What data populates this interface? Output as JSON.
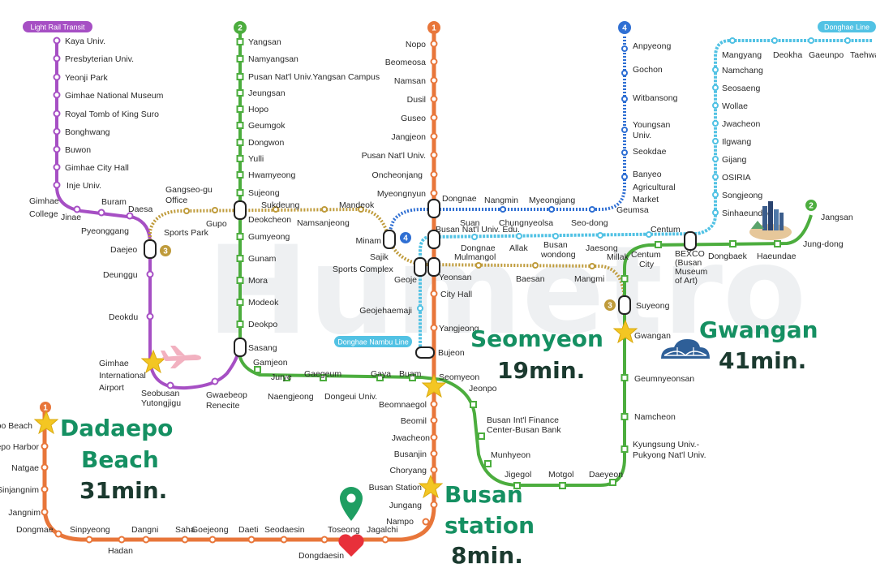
{
  "watermark": "Humetro",
  "colors": {
    "line1": "#e8763a",
    "line2": "#4cad3e",
    "line3": "#bf9b3b",
    "line4": "#2f6fd3",
    "lrt": "#a64fc4",
    "donghae": "#52c2e4",
    "highlight": "#159062",
    "star": "#f3c623"
  },
  "badges": {
    "lrt": "Light Rail Transit",
    "donghae": "Donghae Line",
    "donghae_nambu": "Donghae Nambu Line",
    "line1": "1",
    "line2": "2",
    "line3": "3",
    "line4": "4"
  },
  "destinations": {
    "dadaepo_l1": "Dadaepo",
    "dadaepo_l2": "Beach",
    "dadaepo_time": "31min.",
    "seomyeon": "Seomyeon",
    "seomyeon_time": "19min.",
    "gwangan": "Gwangan",
    "gwangan_time": "41min.",
    "busan_l1": "Busan",
    "busan_l2": "station",
    "busan_time": "8min."
  },
  "stations": {
    "l1_nopo": "Nopo",
    "l1_beomeosa": "Beomeosa",
    "l1_namsan": "Namsan",
    "l1_dusil": "Dusil",
    "l1_guseo": "Guseo",
    "l1_jangjeon": "Jangjeon",
    "l1_pnu": "Pusan Nat'l Univ.",
    "l1_oncheonjang": "Oncheonjang",
    "l1_myeongnyun": "Myeongnyun",
    "l1_dongnae": "Dongnae",
    "l1_edu": "Busan Nat'l Univ. Edu.",
    "l1_yeonsan": "Yeonsan",
    "l1_cityhall": "City Hall",
    "l1_yangjeong": "Yangjeong",
    "l1_bujeon": "Bujeon",
    "l1_seomyeon": "Seomyeon",
    "l1_beomnaegol": "Beomnaegol",
    "l1_beomil": "Beomil",
    "l1_jwacheon": "Jwacheon",
    "l1_busanjin": "Busanjin",
    "l1_choryang": "Choryang",
    "l1_busanstation": "Busan Station",
    "l1_jungang": "Jungang",
    "l1_nampo": "Nampo",
    "l1_jagalchi": "Jagalchi",
    "l1_toseong": "Toseong",
    "l1_dongdaesin": "Dongdaesin",
    "l1_seodaesin": "Seodaesin",
    "l1_daeti": "Daeti",
    "l1_goejeong": "Goejeong",
    "l1_saha": "Saha",
    "l1_dangni": "Dangni",
    "l1_hadan": "Hadan",
    "l1_sinpyeong": "Sinpyeong",
    "l1_dongmae": "Dongmae",
    "l1_jangnim": "Jangnim",
    "l1_sinjangnim": "Sinjangnim",
    "l1_natgae": "Natgae",
    "l1_harbor": "Dadaepo Harbor",
    "l1_beach": "Dadaepo Beach",
    "l2_yangsan": "Yangsan",
    "l2_namyangsan": "Namyangsan",
    "l2_pnuyangsan": "Pusan Nat'l Univ.Yangsan Campus",
    "l2_jeungsan": "Jeungsan",
    "l2_hopo": "Hopo",
    "l2_geumgok": "Geumgok",
    "l2_dongwon": "Dongwon",
    "l2_yulli": "Yulli",
    "l2_hwamyeong": "Hwamyeong",
    "l2_sujeong": "Sujeong",
    "l2_deokcheon": "Deokcheon",
    "l2_gumyeong": "Gumyeong",
    "l2_gunam": "Gunam",
    "l2_mora": "Mora",
    "l2_modeok": "Modeok",
    "l2_deokpo": "Deokpo",
    "l2_sasang": "Sasang",
    "l2_gamjeon": "Gamjeon",
    "l2_jurye": "Jurye",
    "l2_naengjeong": "Naengjeong",
    "l2_gaegeum": "Gaegeum",
    "l2_dongeui": "Dongeui Univ.",
    "l2_gaya": "Gaya",
    "l2_buam": "Buam",
    "l2_jeonpo": "Jeonpo",
    "l2_bifc": "Busan Int'l Finance",
    "l2_bifc2": "Center-Busan Bank",
    "l2_munhyeon": "Munhyeon",
    "l2_jigegol": "Jigegol",
    "l2_motgol": "Motgol",
    "l2_daeyeon": "Daeyeon",
    "l2_kyungsung": "Kyungsung Univ.-",
    "l2_kyungsung2": "Pukyong Nat'l Univ.",
    "l2_namcheon": "Namcheon",
    "l2_geumnyeonsan": "Geumnyeonsan",
    "l2_gwangan": "Gwangan",
    "l2_suyeong": "Suyeong",
    "l2_millak": "Millak",
    "l2_centumcity": "Centum",
    "l2_centumcity2": "City",
    "l2_bexco": "BEXCO",
    "l2_bexco2": "(Busan",
    "l2_bexco3": "Museum",
    "l2_bexco4": "of Art)",
    "l2_dongbaek": "Dongbaek",
    "l2_haeundae": "Haeundae",
    "l2_jungdong": "Jung-dong",
    "l2_jangsan": "Jangsan",
    "l3_gangseo": "Gangseo-gu",
    "l3_office": "Office",
    "l3_sportspark": "Sports Park",
    "l3_gupo": "Gupo",
    "l3_sukdeung": "Sukdeung",
    "l3_namsanjeong": "Namsanjeong",
    "l3_mandeok": "Mandeok",
    "l3_minam": "Minam",
    "l3_sajik": "Sajik",
    "l3_sportscomplex": "Sports Complex",
    "l3_geoje": "Geoje",
    "l3_mulmangol": "Mulmangol",
    "l3_baesan": "Baesan",
    "l3_mangmi": "Mangmi",
    "l3_daejeo": "Daejeo",
    "l4_anpyeong": "Anpyeong",
    "l4_gochon": "Gochon",
    "l4_witbansong": "Witbansong",
    "l4_youngsan": "Youngsan",
    "l4_youngsan2": "Univ.",
    "l4_seokdae": "Seokdae",
    "l4_banyeo": "Banyeo",
    "l4_banyeo2": "Agricultural",
    "l4_banyeo3": "Market",
    "l4_geumsa": "Geumsa",
    "l4_seodong": "Seo-dong",
    "l4_myeongjang": "Myeongjang",
    "l4_nangmin": "Nangmin",
    "l4_suan": "Suan",
    "l4_chungnyeolsa": "Chungnyeolsa",
    "dh_mangyang": "Mangyang",
    "dh_deokha": "Deokha",
    "dh_gaeunpo": "Gaeunpo",
    "dh_taehwagang": "Taehwagang",
    "dh_namchang": "Namchang",
    "dh_seosaeng": "Seosaeng",
    "dh_wollae": "Wollae",
    "dh_jwacheon": "Jwacheon",
    "dh_ilgwang": "Ilgwang",
    "dh_gijang": "Gijang",
    "dh_osiria": "OSIRIA",
    "dh_songjeong": "Songjeong",
    "dh_sinhaeundae": "Sinhaeundae",
    "dh_centum": "Centum",
    "dh_jaesong": "Jaesong",
    "dh_busanwondong": "Busan",
    "dh_busanwondong2": "wondong",
    "dh_allak": "Allak",
    "dh_dongnae": "Dongnae",
    "dh_geojehaemaji": "Geojehaemaji",
    "lrt_kaya": "Kaya Univ.",
    "lrt_presbyterian": "Presbyterian Univ.",
    "lrt_yeonjipark": "Yeonji Park",
    "lrt_museum": "Gimhae National Museum",
    "lrt_royaltomb": "Royal Tomb of King Suro",
    "lrt_bonghwang": "Bonghwang",
    "lrt_buwon": "Buwon",
    "lrt_cityhall": "Gimhae City Hall",
    "lrt_inje": "Inje Univ.",
    "lrt_college": "Gimhae",
    "lrt_college2": "College",
    "lrt_jinae": "Jinae",
    "lrt_buram": "Buram",
    "lrt_daesa": "Daesa",
    "lrt_pyeonggang": "Pyeonggang",
    "lrt_deunggu": "Deunggu",
    "lrt_deokdu": "Deokdu",
    "lrt_airport": "Gimhae",
    "lrt_airport2": "International",
    "lrt_airport3": "Airport",
    "lrt_seobusan": "Seobusan",
    "lrt_seobusan2": "Yutongjigu",
    "lrt_gwaebeop": "Gwaebeop",
    "lrt_gwaebeop2": "Renecite"
  }
}
